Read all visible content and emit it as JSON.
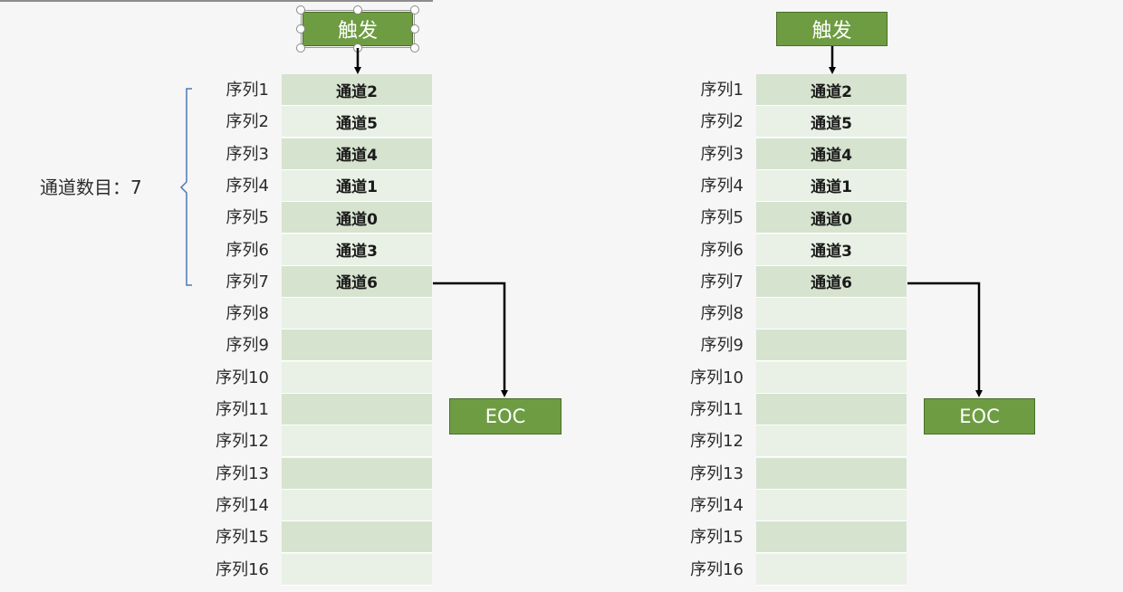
{
  "diagram": {
    "channel_count_label": "通道数目：7",
    "trigger_label": "触发",
    "eoc_label": "EOC",
    "sequence_labels": [
      "序列1",
      "序列2",
      "序列3",
      "序列4",
      "序列5",
      "序列6",
      "序列7",
      "序列8",
      "序列9",
      "序列10",
      "序列11",
      "序列12",
      "序列13",
      "序列14",
      "序列15",
      "序列16"
    ],
    "channels": [
      "通道2",
      "通道5",
      "通道4",
      "通道1",
      "通道0",
      "通道3",
      "通道6",
      "",
      "",
      "",
      "",
      "",
      "",
      "",
      "",
      ""
    ],
    "colors": {
      "box_fill": "#6e9c43",
      "cell_dark": "#d6e3cf",
      "cell_light": "#e9f0e5",
      "brace": "#4a78b8",
      "wire": "#000000"
    }
  }
}
